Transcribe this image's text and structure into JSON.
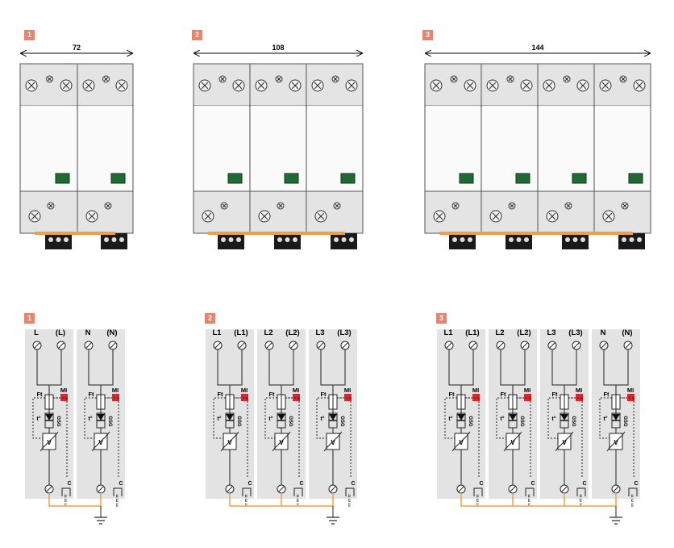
{
  "products": [
    {
      "number": "1",
      "width_label": "72",
      "modules": 2,
      "terminal_colors": [
        "#2a2a2a",
        "#2a2a2a"
      ]
    },
    {
      "number": "2",
      "width_label": "108",
      "modules": 3
    },
    {
      "number": "3",
      "width_label": "144",
      "modules": 4
    }
  ],
  "schematics": [
    {
      "number": "1",
      "channels": [
        {
          "label_a": "L",
          "label_b": "(L)"
        },
        {
          "label_a": "N",
          "label_b": "(N)"
        }
      ]
    },
    {
      "number": "2",
      "channels": [
        {
          "label_a": "L1",
          "label_b": "(L1)"
        },
        {
          "label_a": "L2",
          "label_b": "(L2)"
        },
        {
          "label_a": "L3",
          "label_b": "(L3)"
        }
      ]
    },
    {
      "number": "3",
      "channels": [
        {
          "label_a": "L1",
          "label_b": "(L1)"
        },
        {
          "label_a": "L2",
          "label_b": "(L2)"
        },
        {
          "label_a": "L3",
          "label_b": "(L3)"
        },
        {
          "label_a": "N",
          "label_b": "(N)"
        }
      ]
    }
  ],
  "component_labels": {
    "ft": "Ft",
    "mi": "MI",
    "thermal": "t°",
    "gsg": "GSG",
    "varistor": "V",
    "contact": "C",
    "contact_pins": "11 12 14"
  },
  "colors": {
    "module_body": "#ececec",
    "panel_bg": "#e3e3e3",
    "indicator_green": "#1f6b33",
    "indicator_red": "#e0232c",
    "earth_bar": "#f0a040",
    "badge": "#e8836e"
  }
}
